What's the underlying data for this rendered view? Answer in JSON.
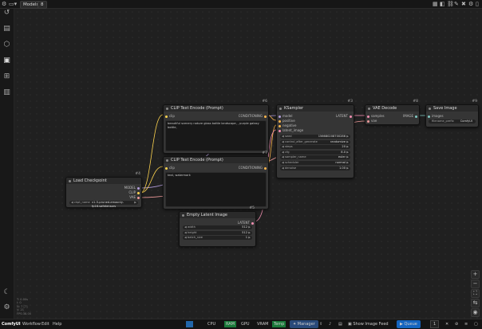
{
  "topbar": {
    "models_tab": "Models",
    "tab_number": "8"
  },
  "nodes": {
    "load_checkpoint": {
      "title": "Load Checkpoint",
      "id": "#4",
      "outputs": [
        "MODEL",
        "CLIP",
        "VAE"
      ],
      "widget_label": "ckpt_name",
      "widget_value": "v1-5-pruned-emaonly-fp16.safetensors"
    },
    "clip_pos": {
      "title": "CLIP Text Encode (Prompt)",
      "id": "#6",
      "input": "clip",
      "output": "CONDITIONING",
      "text": "beautiful scenery nature glass bottle landscape, , purple galaxy bottle,"
    },
    "clip_neg": {
      "title": "CLIP Text Encode (Prompt)",
      "id": "#7",
      "input": "clip",
      "output": "CONDITIONING",
      "text": "text, watermark"
    },
    "ksampler": {
      "title": "KSampler",
      "id": "#3",
      "inputs": [
        "model",
        "positive",
        "negative",
        "latent_image"
      ],
      "output": "LATENT",
      "widgets": [
        {
          "label": "seed",
          "value": "156680208700286"
        },
        {
          "label": "control_after_generate",
          "value": "randomize"
        },
        {
          "label": "steps",
          "value": "20"
        },
        {
          "label": "cfg",
          "value": "8.0"
        },
        {
          "label": "sampler_name",
          "value": "euler"
        },
        {
          "label": "scheduler",
          "value": "normal"
        },
        {
          "label": "denoise",
          "value": "1.00"
        }
      ]
    },
    "vae_decode": {
      "title": "VAE Decode",
      "id": "#8",
      "inputs": [
        "samples",
        "vae"
      ],
      "output": "IMAGE"
    },
    "save_image": {
      "title": "Save Image",
      "id": "#9",
      "input": "images",
      "widget_label": "filename_prefix",
      "widget_value": "ComfyUI"
    },
    "empty_latent": {
      "title": "Empty Latent Image",
      "id": "#5",
      "output": "LATENT",
      "widgets": [
        {
          "label": "width",
          "value": "512"
        },
        {
          "label": "height",
          "value": "512"
        },
        {
          "label": "batch_size",
          "value": "1"
        }
      ]
    }
  },
  "stats": [
    "T: 0.00s",
    "I: 0",
    "N: 7 [7]",
    "V: 21",
    "FPS:38.00"
  ],
  "bottombar": {
    "brand": "ComfyUI",
    "workflow": "Workflow",
    "edit": "Edit",
    "help": "Help",
    "cpu": "CPU",
    "ram": "RAM",
    "gpu": "GPU",
    "vram": "VRAM",
    "temp": "Temp",
    "manager": "Manager",
    "show_image_feed": "Show Image Feed",
    "queue": "Queue",
    "queue_count": "1"
  }
}
